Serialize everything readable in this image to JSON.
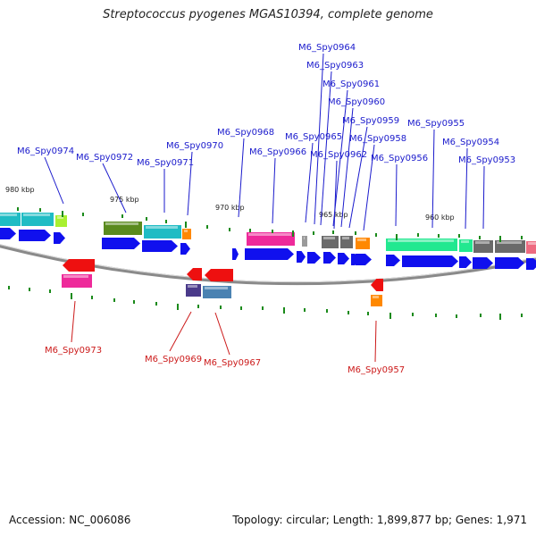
{
  "title": "Streptococcus pyogenes MGAS10394, complete genome",
  "footer": {
    "accession": "Accession: NC_006086",
    "summary": "Topology: circular; Length: 1,899,877 bp; Genes: 1,971"
  },
  "scale_labels": [
    "980 kbp",
    "975 kbp",
    "970 kbp",
    "965 kbp",
    "960 kbp"
  ],
  "top_genes": [
    "M6_Spy0974",
    "M6_Spy0972",
    "M6_Spy0971",
    "M6_Spy0970",
    "M6_Spy0968",
    "M6_Spy0966",
    "M6_Spy0965",
    "M6_Spy0964",
    "M6_Spy0963",
    "M6_Spy0962",
    "M6_Spy0961",
    "M6_Spy0960",
    "M6_Spy0959",
    "M6_Spy0958",
    "M6_Spy0956",
    "M6_Spy0955",
    "M6_Spy0954",
    "M6_Spy0953"
  ],
  "bottom_genes": [
    "M6_Spy0973",
    "M6_Spy0969",
    "M6_Spy0967",
    "M6_Spy0957"
  ],
  "colors": {
    "forward_cds": "#1010ee",
    "reverse_cds": "#ee1010",
    "backbone": "#8a8a8a",
    "tick": "#1a8a1a",
    "label_top": "#1a1acc",
    "label_bottom": "#cc1a1a"
  }
}
